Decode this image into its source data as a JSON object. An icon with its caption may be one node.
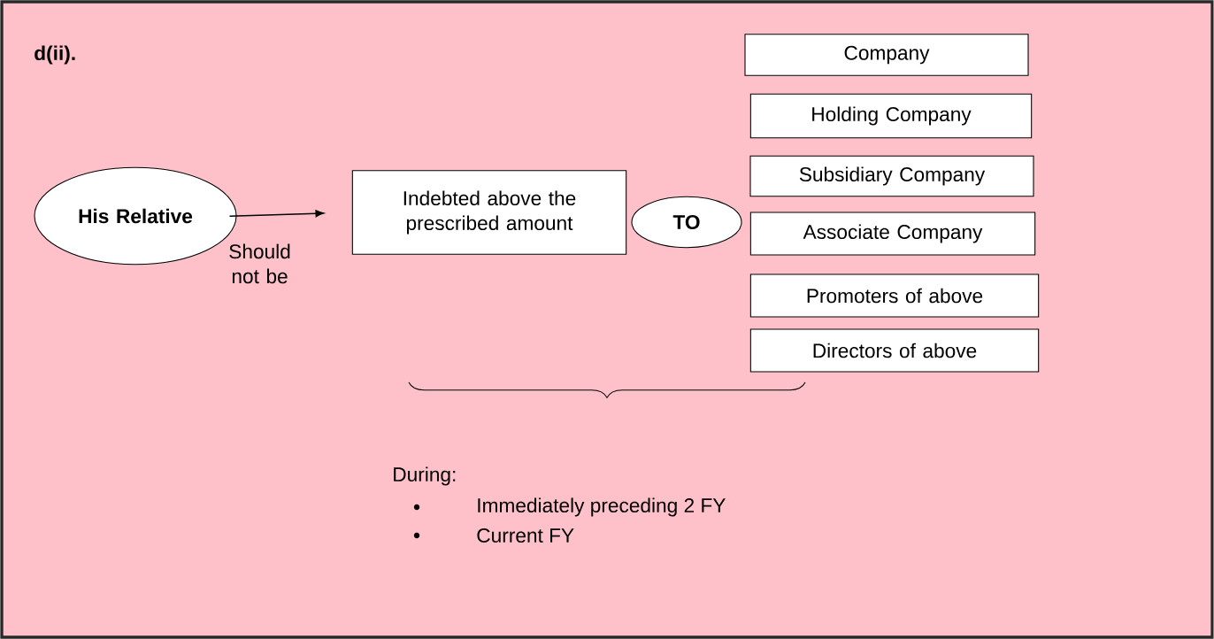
{
  "diagram": {
    "title": "d(ii).",
    "nodes": [
      {
        "text": [
          "His Relative"
        ]
      },
      {
        "text": [
          "Indebted above the prescribed amount"
        ]
      },
      {
        "text": [
          "TO"
        ]
      },
      {
        "text": [
          "Company"
        ]
      },
      {
        "text": [
          "Holding Company"
        ]
      },
      {
        "text": [
          "Subsidiary Company"
        ]
      },
      {
        "text": [
          "Associate Company"
        ]
      },
      {
        "text": [
          "Promoters of above"
        ]
      },
      {
        "text": [
          "Directors of above"
        ]
      }
    ],
    "edges": [
      {
        "from": 0,
        "to": 1,
        "arrow": "to",
        "label": "Should not be"
      }
    ],
    "labels": [
      "During:",
      "Immediately preceding 2 FY",
      "Current FY"
    ]
  }
}
